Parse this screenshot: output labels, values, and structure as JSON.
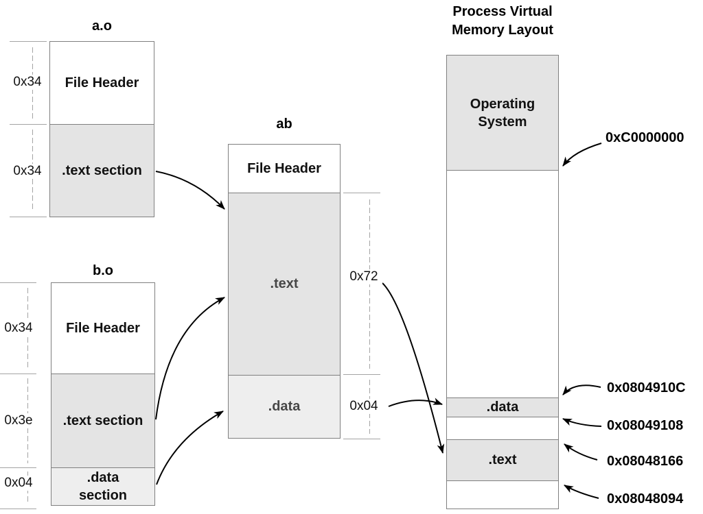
{
  "object_file_a": {
    "title": "a.o",
    "header_label": "File Header",
    "text_label": ".text section",
    "header_size": "0x34",
    "text_size": "0x34"
  },
  "object_file_b": {
    "title": "b.o",
    "header_label": "File Header",
    "text_label": ".text section",
    "data_label": ".data section",
    "header_size": "0x34",
    "text_size": "0x3e",
    "data_size": "0x04"
  },
  "executable": {
    "title": "ab",
    "header_label": "File Header",
    "text_label": ".text",
    "data_label": ".data",
    "text_size": "0x72",
    "data_size": "0x04"
  },
  "memory": {
    "title": "Process Virtual Memory Layout",
    "os_label": "Operating System",
    "data_label": ".data",
    "text_label": ".text",
    "addresses": {
      "os_base": "0xC0000000",
      "data_end": "0x0804910C",
      "data_start": "0x08049108",
      "text_end": "0x08048166",
      "text_start": "0x08048094"
    }
  },
  "colors": {
    "section_fill": "#e4e4e4",
    "data_section_fill": "#eeeeee",
    "box_border": "#7f7f7f",
    "ruler_line": "#a3a3a3",
    "muted_label": "#474747",
    "arrow": "#000000"
  }
}
